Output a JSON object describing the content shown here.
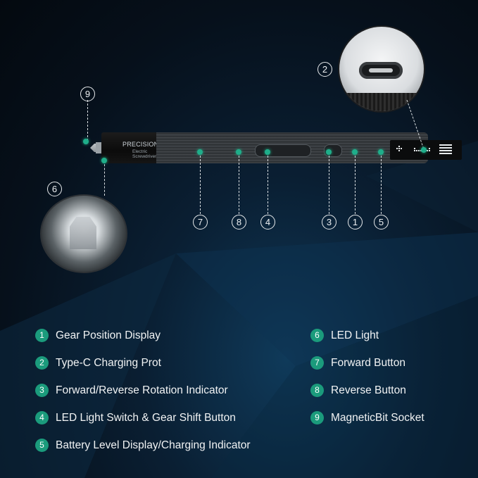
{
  "product": {
    "cap_title": "PRECISION",
    "cap_subtitle_1": "Electric",
    "cap_subtitle_2": "Screwdriver"
  },
  "callouts": [
    "9",
    "2",
    "6",
    "7",
    "8",
    "4",
    "3",
    "1",
    "5"
  ],
  "legend_left": [
    {
      "num": "1",
      "label": "Gear Position Display"
    },
    {
      "num": "2",
      "label": "Type-C Charging Prot"
    },
    {
      "num": "3",
      "label": "Forward/Reverse Rotation Indicator"
    },
    {
      "num": "4",
      "label": "LED Light Switch & Gear Shift Button"
    },
    {
      "num": "5",
      "label": "Battery Level Display/Charging Indicator"
    }
  ],
  "legend_right": [
    {
      "num": "6",
      "label": "LED Light"
    },
    {
      "num": "7",
      "label": "Forward Button"
    },
    {
      "num": "8",
      "label": "Reverse Button"
    },
    {
      "num": "9",
      "label": "MagneticBit Socket"
    }
  ],
  "colors": {
    "accent": "#1b9b7c",
    "background": "#06101b"
  },
  "icons": [
    "type-c-port-icon",
    "led-light-icon"
  ]
}
